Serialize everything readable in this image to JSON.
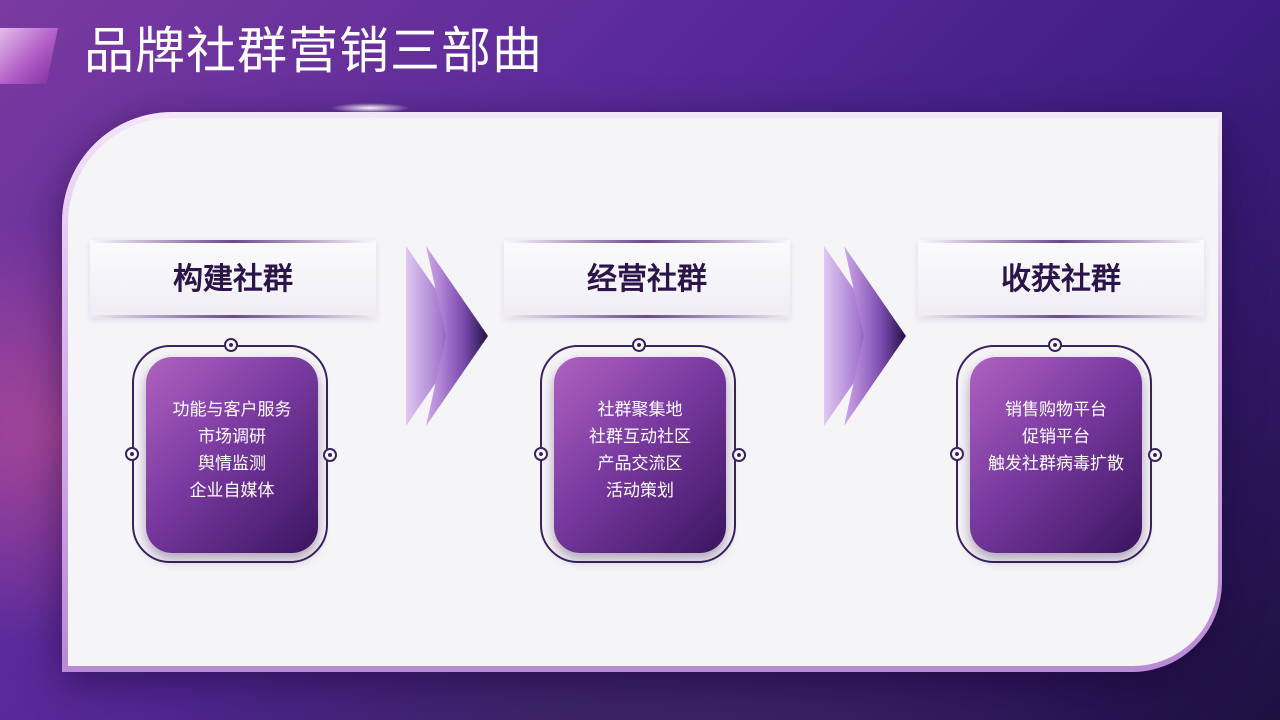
{
  "slide": {
    "title": "品牌社群营销三部曲",
    "stages": [
      {
        "heading": "构建社群",
        "items": [
          "功能与客户服务",
          "市场调研",
          "舆情监测",
          "企业自媒体"
        ]
      },
      {
        "heading": "经营社群",
        "items": [
          "社群聚集地",
          "社群互动社区",
          "产品交流区",
          "活动策划"
        ]
      },
      {
        "heading": "收获社群",
        "items": [
          "销售购物平台",
          "促销平台",
          "触发社群病毒扩散"
        ]
      }
    ]
  },
  "colors": {
    "background_dark": "#3d1c80",
    "card_purple": "#7a3aa0",
    "heading_text": "#2a1448"
  }
}
